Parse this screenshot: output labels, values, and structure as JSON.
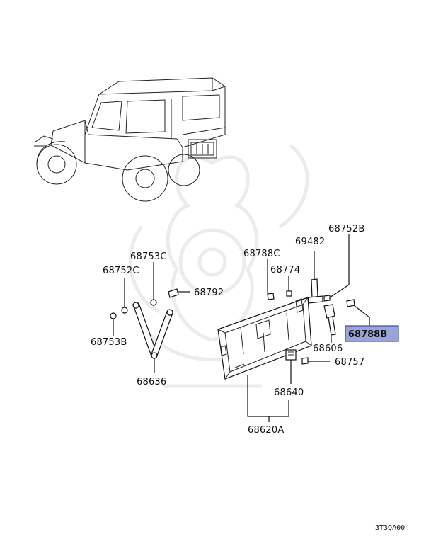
{
  "parts": {
    "p68752B_top": "68752B",
    "p69482": "69482",
    "p68788C": "68788C",
    "p68753C": "68753C",
    "p68774": "68774",
    "p68752C": "68752C",
    "p68792": "68792",
    "p68788B": "68788B",
    "p68753B": "68753B",
    "p68606": "68606",
    "p68757": "68757",
    "p68636": "68636",
    "p68640": "68640",
    "p68620A": "68620A"
  },
  "highlight": {
    "color": "#9aa4d8",
    "border": "#3b4aa0"
  },
  "diagram_code": "3T3QA00"
}
